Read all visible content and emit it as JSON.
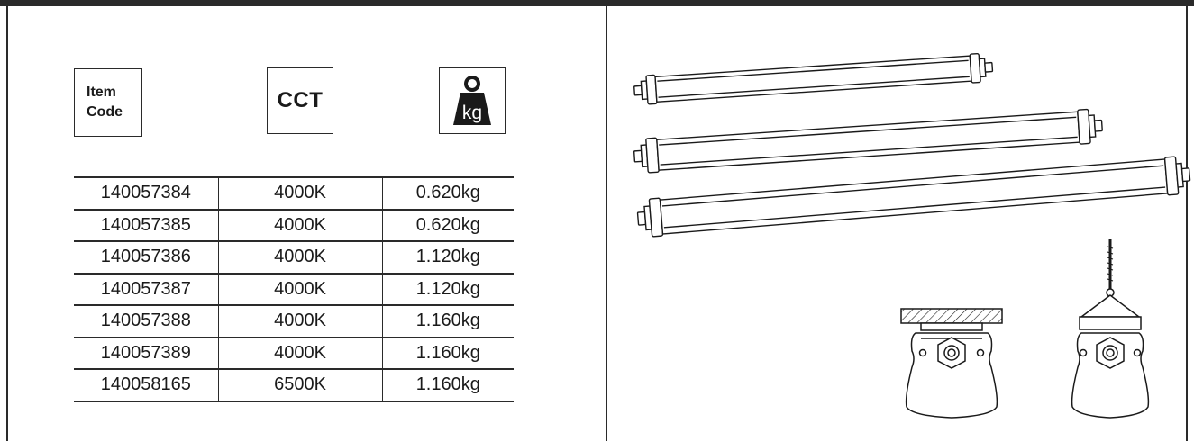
{
  "headers": {
    "item_code_line1": "Item",
    "item_code_line2": "Code",
    "cct": "CCT",
    "weight_icon": "weight-kg-icon",
    "weight_icon_text": "kg"
  },
  "rows": [
    {
      "code": "140057384",
      "cct": "4000K",
      "weight": "0.620kg"
    },
    {
      "code": "140057385",
      "cct": "4000K",
      "weight": "0.620kg"
    },
    {
      "code": "140057386",
      "cct": "4000K",
      "weight": "1.120kg"
    },
    {
      "code": "140057387",
      "cct": "4000K",
      "weight": "1.120kg"
    },
    {
      "code": "140057388",
      "cct": "4000K",
      "weight": "1.160kg"
    },
    {
      "code": "140057389",
      "cct": "4000K",
      "weight": "1.160kg"
    },
    {
      "code": "140058165",
      "cct": "6500K",
      "weight": "1.160kg"
    }
  ],
  "illustrations": {
    "luminaires": [
      "short-luminaire",
      "medium-luminaire",
      "long-luminaire"
    ],
    "mounts": [
      "ceiling-mount-bracket",
      "suspension-mount-bracket"
    ]
  }
}
